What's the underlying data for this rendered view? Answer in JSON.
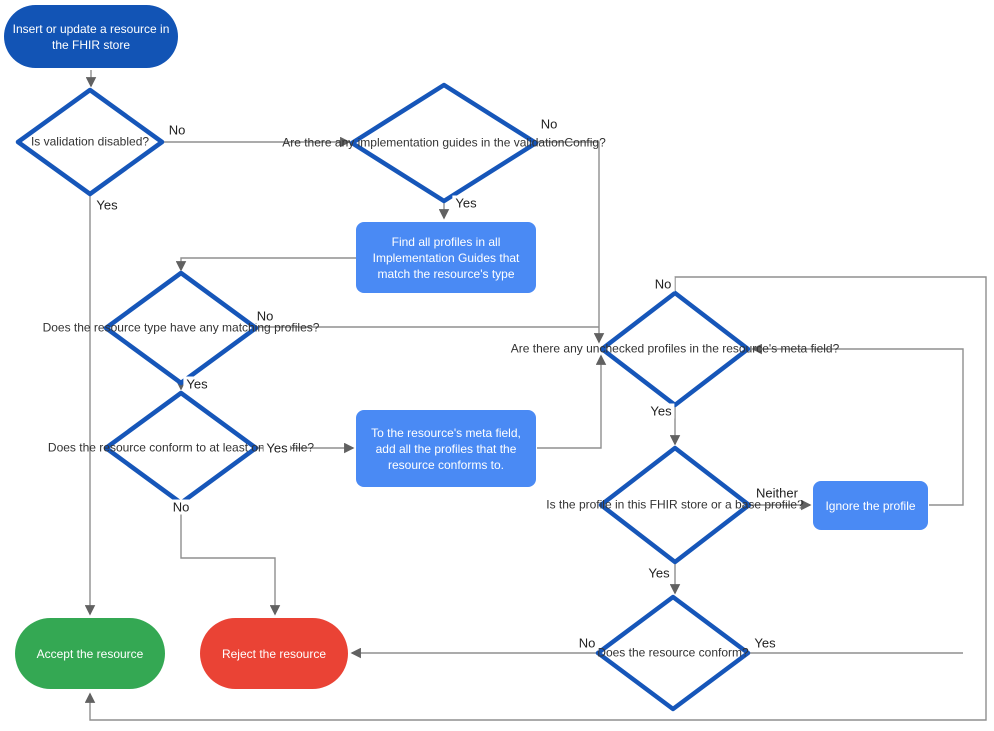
{
  "diagram": {
    "type": "flowchart",
    "colors": {
      "start_node": "#1254b5",
      "process_node": "#4a8af4",
      "accept_node": "#34a853",
      "reject_node": "#ea4335",
      "decision_border": "#1656b9",
      "connector": "#8f8f8f",
      "text_dark": "#333333"
    }
  },
  "nodes": {
    "start": {
      "lines": [
        "Insert or update a resource in",
        "the FHIR store"
      ]
    },
    "validation_disabled": {
      "lines": [
        "Is validation disabled?"
      ]
    },
    "implementation_guides": {
      "lines": [
        "Are there any",
        "implementation guides in the",
        "validationConfig?"
      ]
    },
    "find_profiles": {
      "lines": [
        "Find all profiles in all",
        "Implementation Guides that",
        "match the resource's type"
      ]
    },
    "matching_profiles": {
      "lines": [
        "Does the resource",
        "type have any matching",
        "profiles?"
      ]
    },
    "conform_one": {
      "lines": [
        "Does the",
        "resource conform to at",
        "least one profile?"
      ]
    },
    "add_profiles": {
      "lines": [
        "To the resource's meta field,",
        "add all the profiles that the",
        "resource conforms to."
      ]
    },
    "unchecked_profiles": {
      "lines": [
        "Are there any",
        "unchecked profiles in",
        "the resource's meta",
        "field?"
      ]
    },
    "profile_in_store": {
      "lines": [
        "Is the profile in this",
        "FHIR store or a base",
        "profile?"
      ]
    },
    "ignore_profile": {
      "lines": [
        "Ignore the profile"
      ]
    },
    "resource_conform": {
      "lines": [
        "Does the",
        "resource conform?"
      ]
    },
    "accept": {
      "lines": [
        "Accept the resource"
      ]
    },
    "reject": {
      "lines": [
        "Reject the resource"
      ]
    }
  },
  "edge_labels": {
    "validation_no": "No",
    "validation_yes": "Yes",
    "guides_no": "No",
    "guides_yes": "Yes",
    "matching_no": "No",
    "matching_yes": "Yes",
    "conform_one_yes": "Yes",
    "conform_one_no": "No",
    "unchecked_no": "No",
    "unchecked_yes": "Yes",
    "profile_yes": "Yes",
    "profile_neither": "Neither",
    "conform_no": "No",
    "conform_yes": "Yes"
  }
}
